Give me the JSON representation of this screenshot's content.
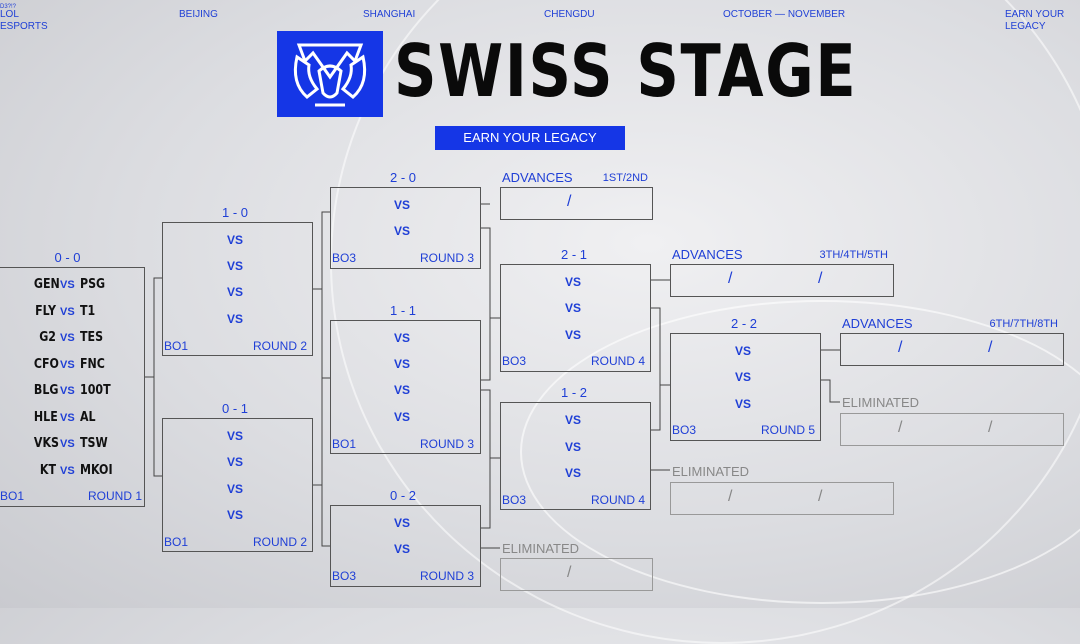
{
  "top": {
    "small": "D3?!?",
    "lol": [
      "LOL",
      "ESPORTS"
    ],
    "beijing": "BEIJING",
    "shanghai": "SHANGHAI",
    "chengdu": "CHENGDU",
    "dates": "OCTOBER — NOVEMBER",
    "earn": [
      "EARN YOUR",
      "LEGACY"
    ]
  },
  "title": "SWISS STAGE",
  "banner": "EARN YOUR LEGACY",
  "round1": {
    "header": "0 - 0",
    "matches": [
      {
        "a": "GEN",
        "b": "PSG"
      },
      {
        "a": "FLY",
        "b": "T1"
      },
      {
        "a": "G2",
        "b": "TES"
      },
      {
        "a": "CFO",
        "b": "FNC"
      },
      {
        "a": "BLG",
        "b": "100T"
      },
      {
        "a": "HLE",
        "b": "AL"
      },
      {
        "a": "VKS",
        "b": "TSW"
      },
      {
        "a": "KT",
        "b": "MKOI"
      }
    ],
    "vs": "VS",
    "format": "BO1",
    "round": "ROUND 1"
  },
  "r2w": {
    "header": "1 - 0",
    "vs": "VS",
    "format": "BO1",
    "round": "ROUND 2"
  },
  "r2l": {
    "header": "0 - 1",
    "vs": "VS",
    "format": "BO1",
    "round": "ROUND 2"
  },
  "r3a": {
    "header": "2 - 0",
    "vs": "VS",
    "format": "BO3",
    "round": "ROUND 3"
  },
  "r3b": {
    "header": "1 - 1",
    "vs": "VS",
    "format": "BO1",
    "round": "ROUND 3"
  },
  "r3c": {
    "header": "0 - 2",
    "vs": "VS",
    "format": "BO3",
    "round": "ROUND 3"
  },
  "r4a": {
    "header": "2 - 1",
    "vs": "VS",
    "format": "BO3",
    "round": "ROUND 4"
  },
  "r4b": {
    "header": "1 - 2",
    "vs": "VS",
    "format": "BO3",
    "round": "ROUND 4"
  },
  "r5": {
    "header": "2 - 2",
    "vs": "VS",
    "format": "BO3",
    "round": "ROUND 5"
  },
  "adv1": {
    "label": "ADVANCES",
    "places": "1ST/2ND"
  },
  "adv2": {
    "label": "ADVANCES",
    "places": "3TH/4TH/5TH"
  },
  "adv3": {
    "label": "ADVANCES",
    "places": "6TH/7TH/8TH"
  },
  "elim": "ELIMINATED",
  "slash": "/"
}
